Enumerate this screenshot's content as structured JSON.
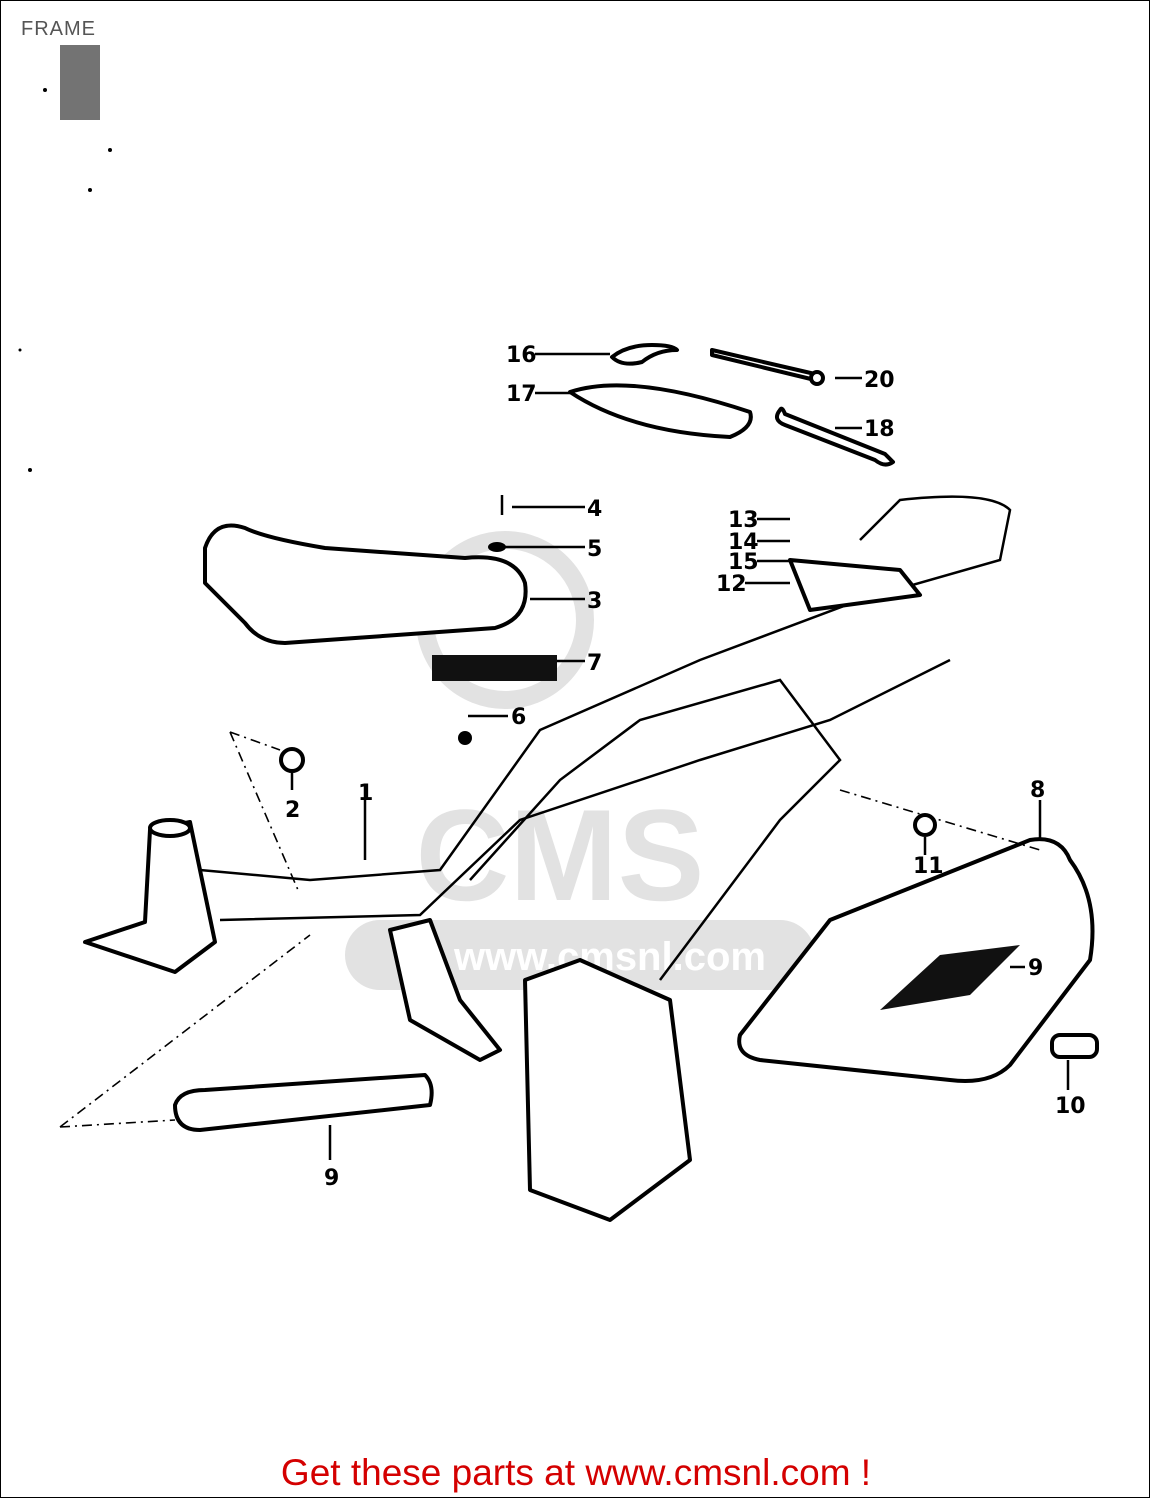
{
  "title": "FRAME",
  "callouts": [
    "1",
    "2",
    "3",
    "4",
    "5",
    "6",
    "7",
    "8",
    "9",
    "9",
    "10",
    "11",
    "12",
    "13",
    "14",
    "15",
    "16",
    "17",
    "18",
    "20"
  ],
  "watermark": {
    "logo_text": "CMS",
    "url_text": "www.cmsnl.com"
  },
  "footer": {
    "prefix": "Get these parts at ",
    "link": "www.cmsnl.com",
    "suffix": " !"
  },
  "colors": {
    "footer": "#d40000",
    "watermark": "#d8d8d8",
    "linework": "#000000"
  }
}
